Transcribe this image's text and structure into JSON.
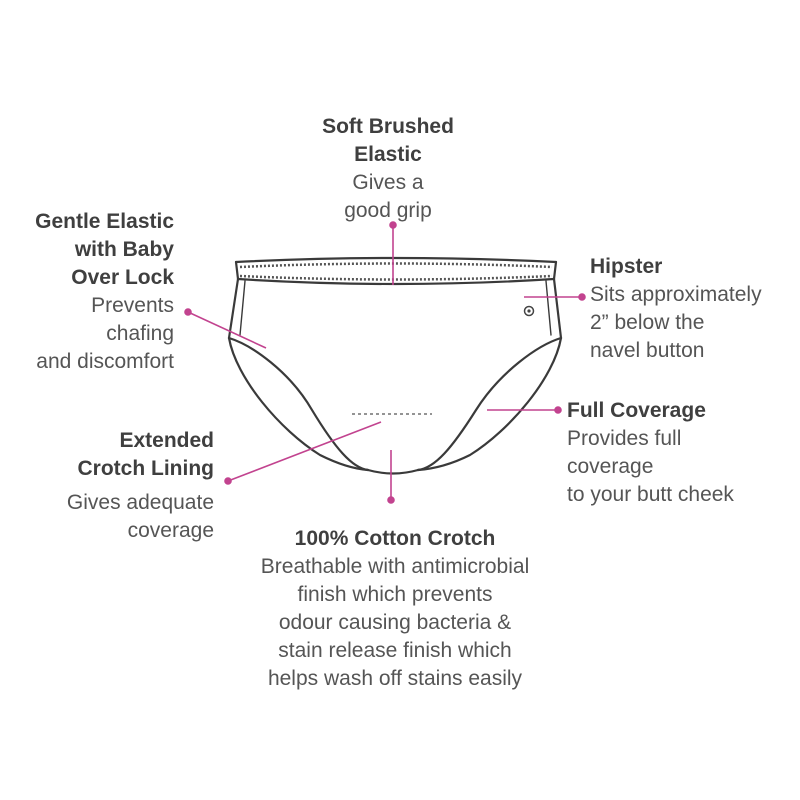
{
  "colors": {
    "accent": "#c2438f",
    "outline": "#3a3a3a",
    "text": "#4a4a4a"
  },
  "callouts": {
    "waistband": {
      "title_lines": [
        "Soft Brushed",
        "Elastic"
      ],
      "desc_lines": [
        "Gives a",
        "good grip"
      ]
    },
    "leg_elastic": {
      "title_lines": [
        "Gentle Elastic",
        "with Baby",
        "Over Lock"
      ],
      "desc_lines": [
        "Prevents",
        "chafing",
        "and discomfort"
      ]
    },
    "hipster": {
      "title_lines": [
        "Hipster"
      ],
      "desc_lines": [
        "Sits approximately",
        "2” below the",
        "navel button"
      ]
    },
    "full_coverage": {
      "title_lines": [
        "Full Coverage"
      ],
      "desc_lines": [
        "Provides full",
        "coverage",
        "to your butt cheek"
      ]
    },
    "crotch_lining": {
      "title_lines": [
        "Extended",
        "Crotch Lining"
      ],
      "desc_lines": [
        "Gives adequate",
        "coverage"
      ]
    },
    "cotton_crotch": {
      "title_lines": [
        "100% Cotton Crotch"
      ],
      "desc_lines": [
        "Breathable with antimicrobial",
        "finish which prevents",
        "odour causing bacteria &",
        "stain release finish which",
        "helps wash off stains easily"
      ]
    }
  }
}
